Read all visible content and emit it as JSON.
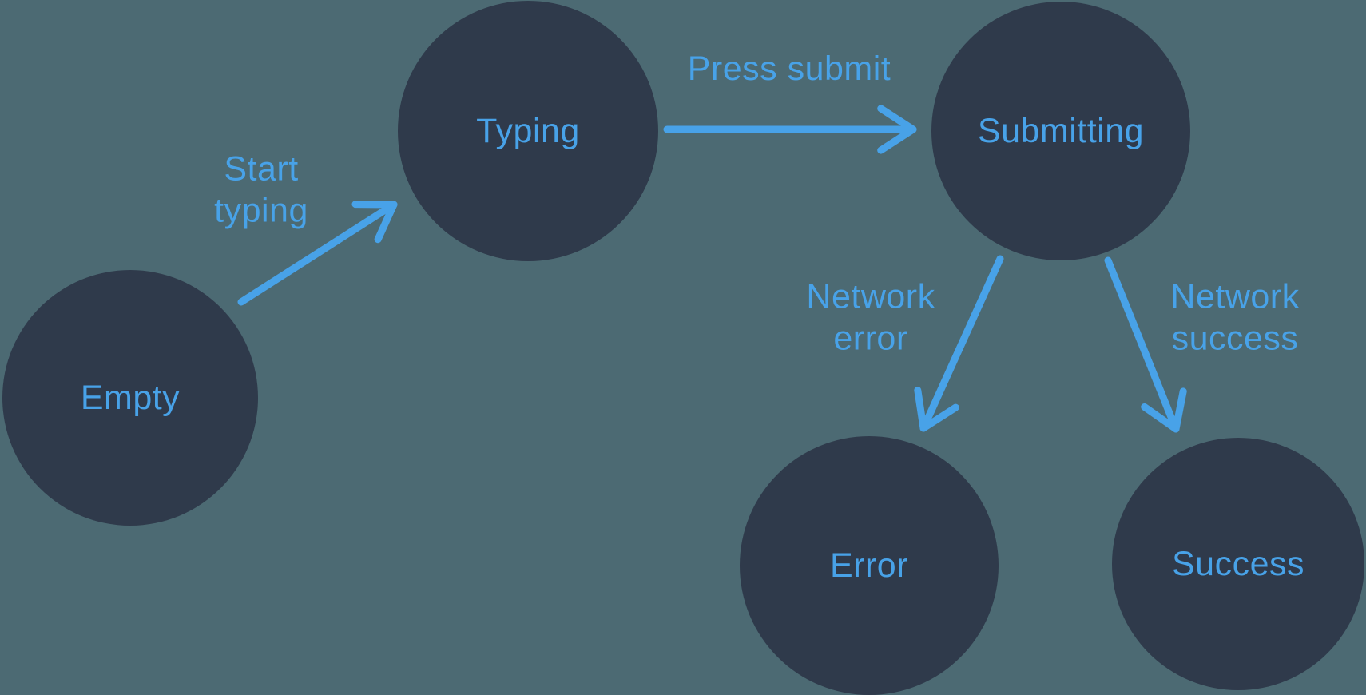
{
  "diagram": {
    "type": "state-machine",
    "colors": {
      "background": "#4C6A73",
      "node_fill": "#2F3A4B",
      "accent": "#48A2E8"
    },
    "nodes": [
      {
        "id": "empty",
        "label": "Empty"
      },
      {
        "id": "typing",
        "label": "Typing"
      },
      {
        "id": "submitting",
        "label": "Submitting"
      },
      {
        "id": "error",
        "label": "Error"
      },
      {
        "id": "success",
        "label": "Success"
      }
    ],
    "edges": [
      {
        "from": "empty",
        "to": "typing",
        "label": "Start\ntyping"
      },
      {
        "from": "typing",
        "to": "submitting",
        "label": "Press submit"
      },
      {
        "from": "submitting",
        "to": "error",
        "label": "Network\nerror"
      },
      {
        "from": "submitting",
        "to": "success",
        "label": "Network\nsuccess"
      }
    ]
  }
}
